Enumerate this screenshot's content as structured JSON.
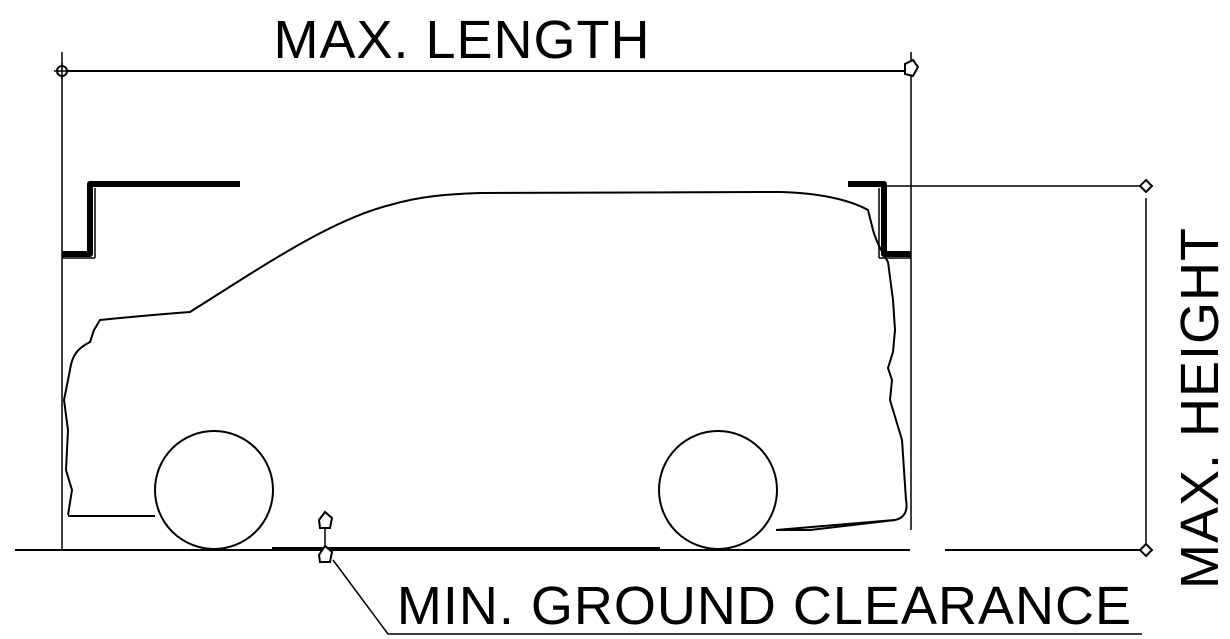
{
  "labels": {
    "max_length": "MAX. LENGTH",
    "max_height": "MAX. HEIGHT",
    "min_ground_clearance": "MIN. GROUND CLEARANCE"
  },
  "colors": {
    "line": "#000000",
    "background": "#ffffff"
  }
}
